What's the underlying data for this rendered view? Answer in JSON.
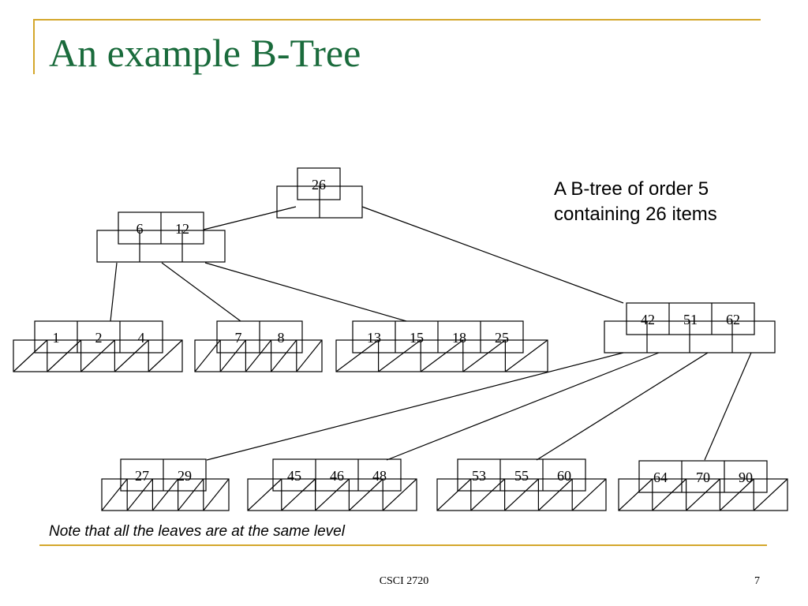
{
  "slide": {
    "title": "An example B-Tree",
    "caption_line1": "A B-tree of order 5",
    "caption_line2": "containing 26 items",
    "note": "Note that all the leaves are at the same level",
    "footer": "CSCI 2720",
    "page_number": "7"
  },
  "tree": {
    "root": [
      "26"
    ],
    "level1": [
      [
        "6",
        "12"
      ],
      [
        "42",
        "51",
        "62"
      ]
    ],
    "leaves": [
      [
        "1",
        "2",
        "4"
      ],
      [
        "7",
        "8"
      ],
      [
        "13",
        "15",
        "18",
        "25"
      ],
      [
        "27",
        "29"
      ],
      [
        "45",
        "46",
        "48"
      ],
      [
        "53",
        "55",
        "60"
      ],
      [
        "64",
        "70",
        "90"
      ]
    ]
  },
  "colors": {
    "title": "#1a6b3c",
    "rule": "#d4a72c"
  }
}
